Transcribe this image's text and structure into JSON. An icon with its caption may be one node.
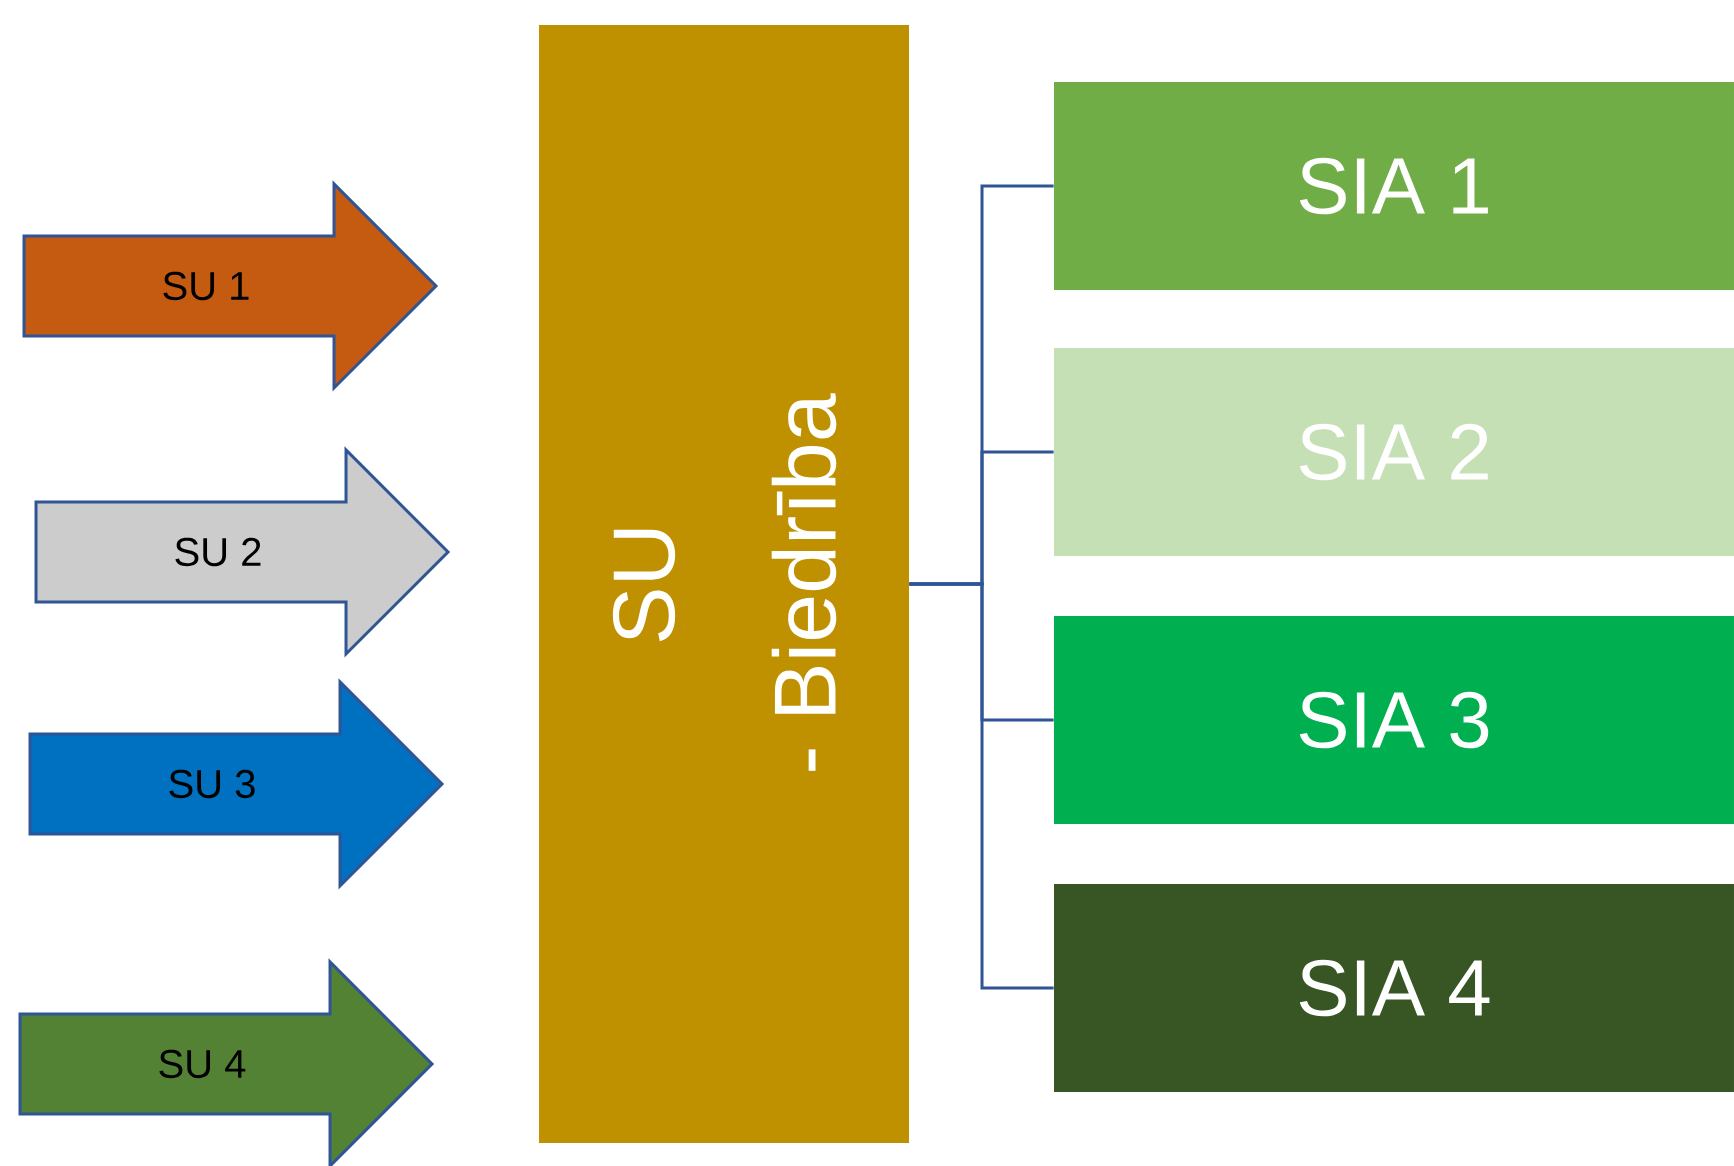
{
  "diagram": {
    "nodes": [
      {
        "text": [
          "SU 1"
        ]
      },
      {
        "text": [
          "SU 2"
        ]
      },
      {
        "text": [
          "SU 3"
        ]
      },
      {
        "text": [
          "SU 4"
        ]
      },
      {
        "text": [
          "SU",
          "- Biedrība"
        ]
      },
      {
        "text": [
          "SIA 1"
        ]
      },
      {
        "text": [
          "SIA 2"
        ]
      },
      {
        "text": [
          "SIA 3"
        ]
      },
      {
        "text": [
          "SIA 4"
        ]
      }
    ],
    "edges": [
      {
        "from": 4,
        "to": 5,
        "arrow": "none"
      },
      {
        "from": 4,
        "to": 6,
        "arrow": "none"
      },
      {
        "from": 4,
        "to": 7,
        "arrow": "none"
      },
      {
        "from": 4,
        "to": 8,
        "arrow": "none"
      }
    ]
  }
}
